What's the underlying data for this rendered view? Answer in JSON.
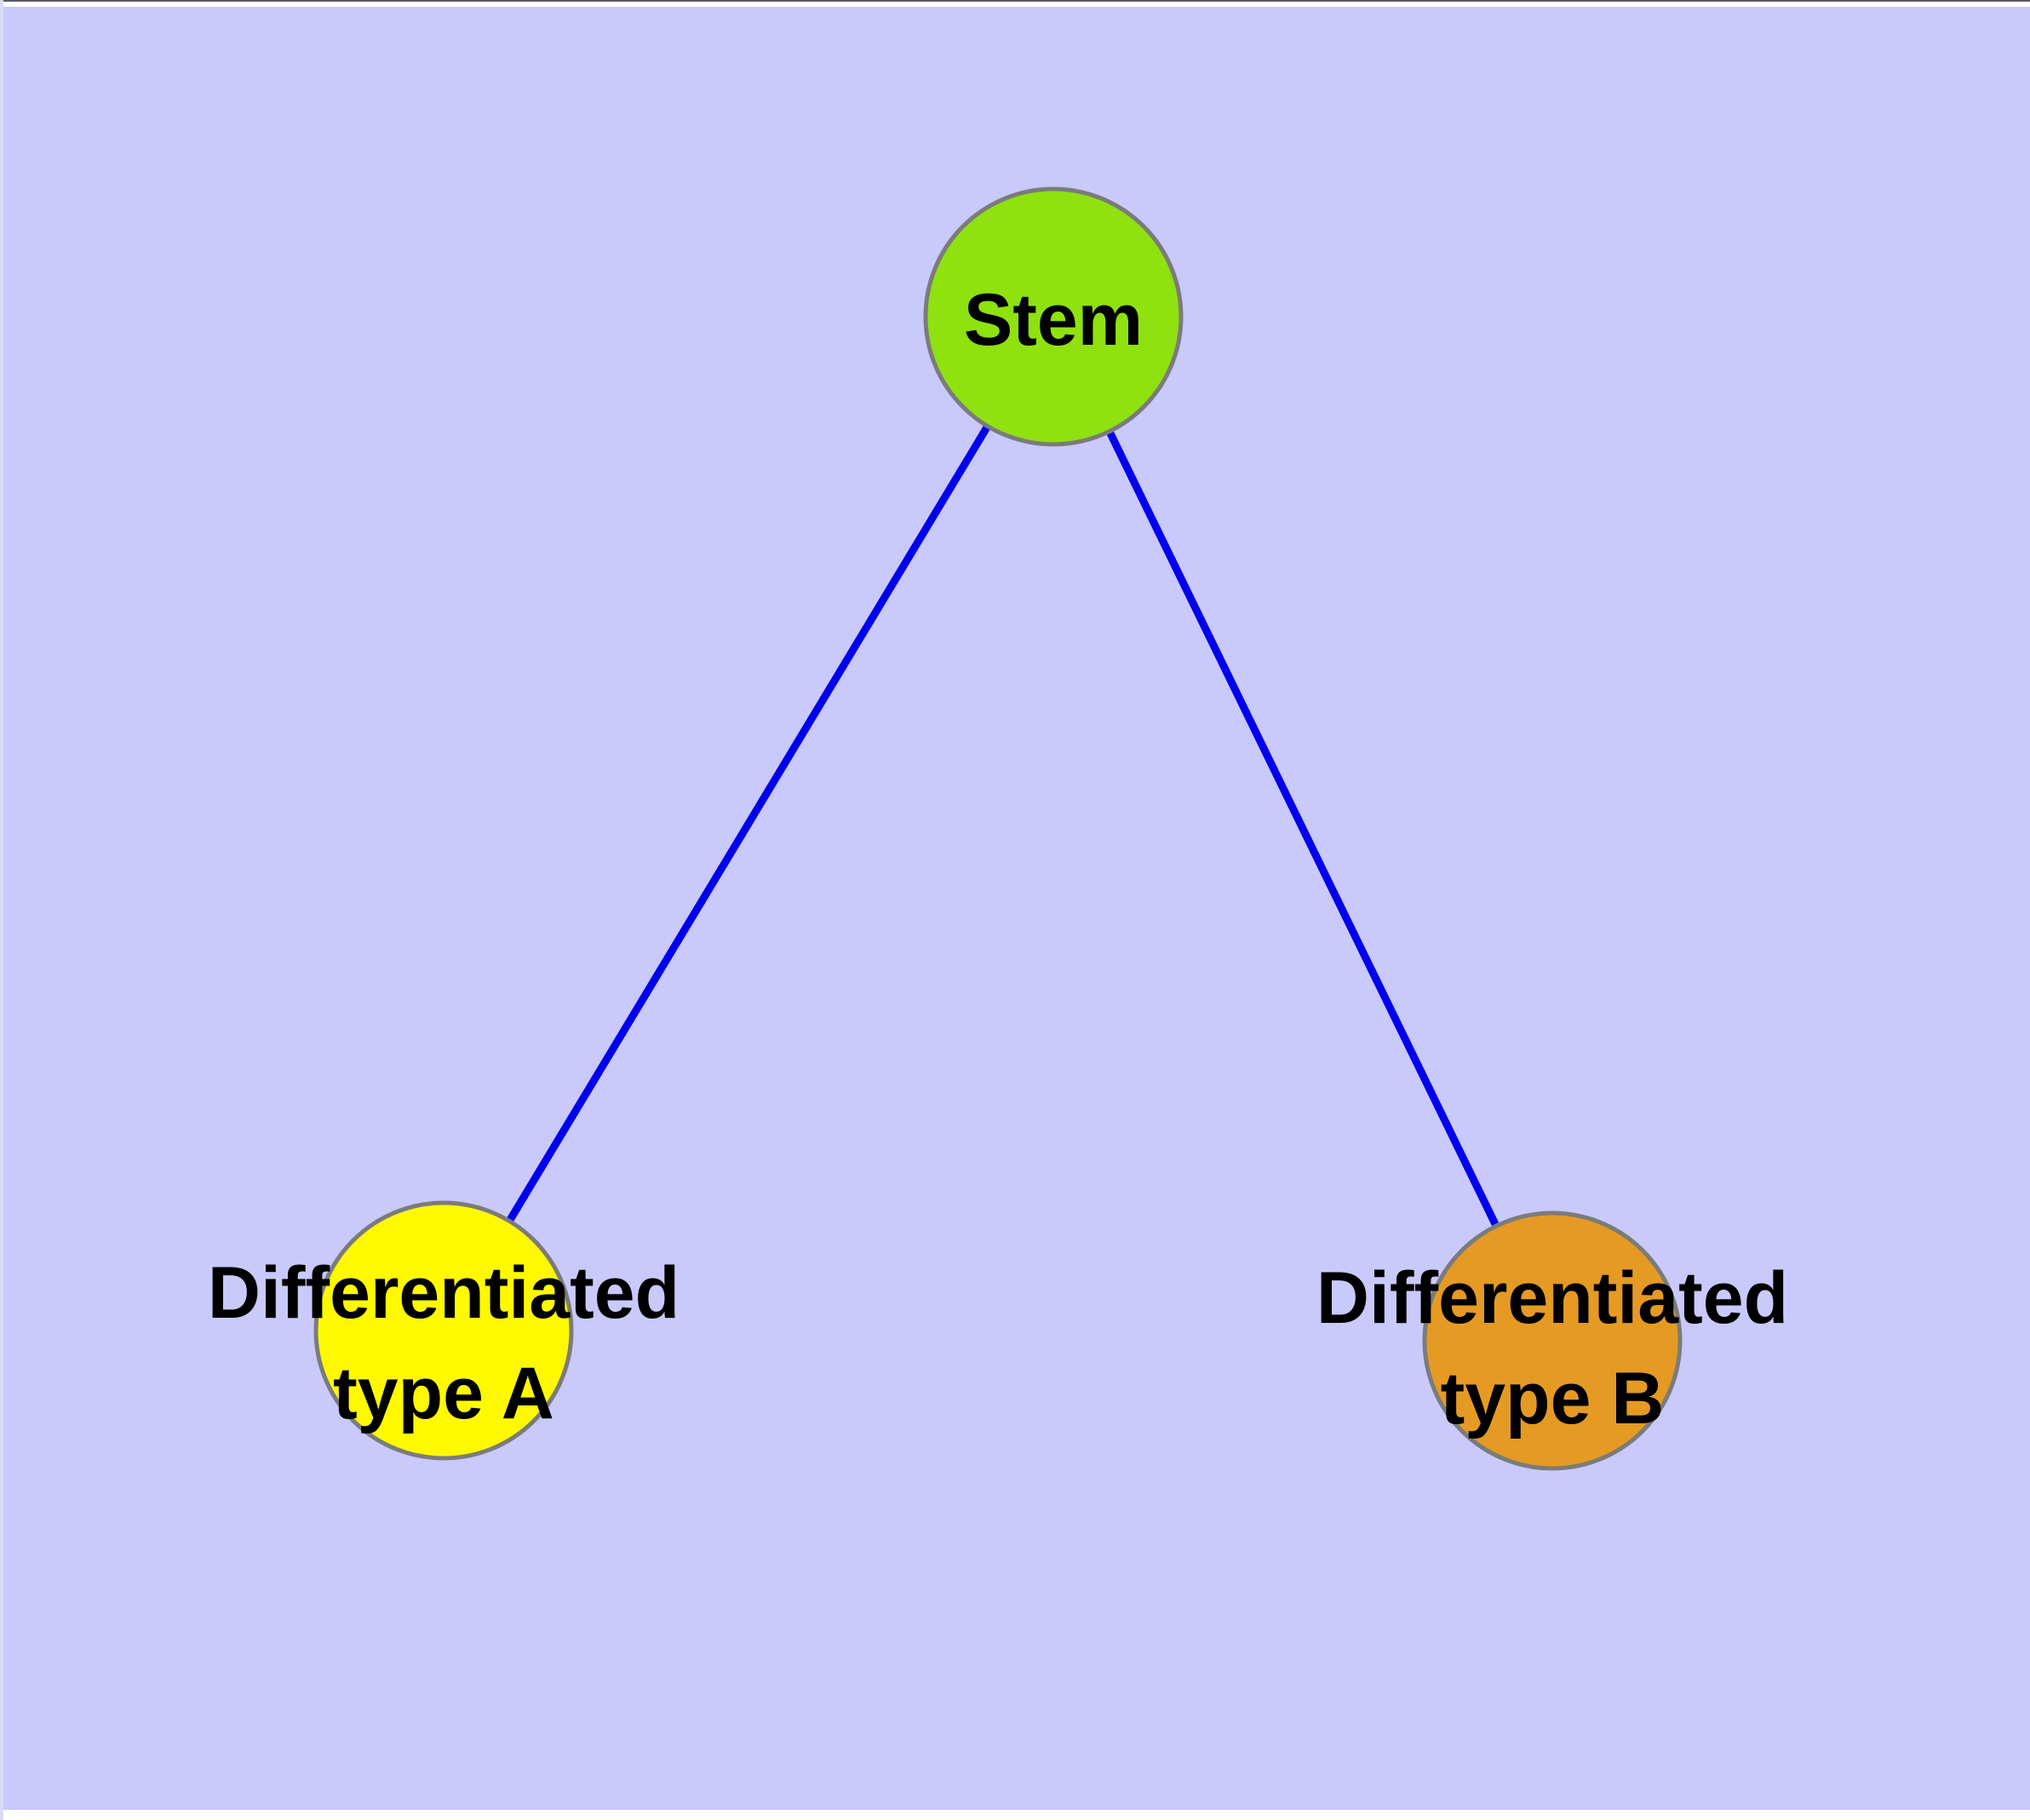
{
  "diagram": {
    "background_color": "#c9c9fb",
    "edge_color": "#0000ee",
    "node_border_color": "#7b7b7b",
    "text_color": "#000000",
    "frame": {
      "top_hairline_color": "#5a5a66",
      "top_strip_color": "#ffffff",
      "bottom_strip_color": "#ffffff",
      "left_strip_color": "#dadaf8"
    },
    "nodes": [
      {
        "id": "stem",
        "label": "Stem",
        "lines": [
          "Stem"
        ],
        "color": "#8fe10f"
      },
      {
        "id": "differentiated-type-a",
        "label": "Differentiated type A",
        "lines": [
          "Differentiated",
          "type A"
        ],
        "color": "#fef900"
      },
      {
        "id": "differentiated-type-b",
        "label": "Differentiated type B",
        "lines": [
          "Differentiated",
          "type B"
        ],
        "color": "#e59a23"
      }
    ],
    "edges": [
      {
        "from": "Stem",
        "to": "Differentiated type A"
      },
      {
        "from": "Stem",
        "to": "Differentiated type B"
      }
    ]
  }
}
